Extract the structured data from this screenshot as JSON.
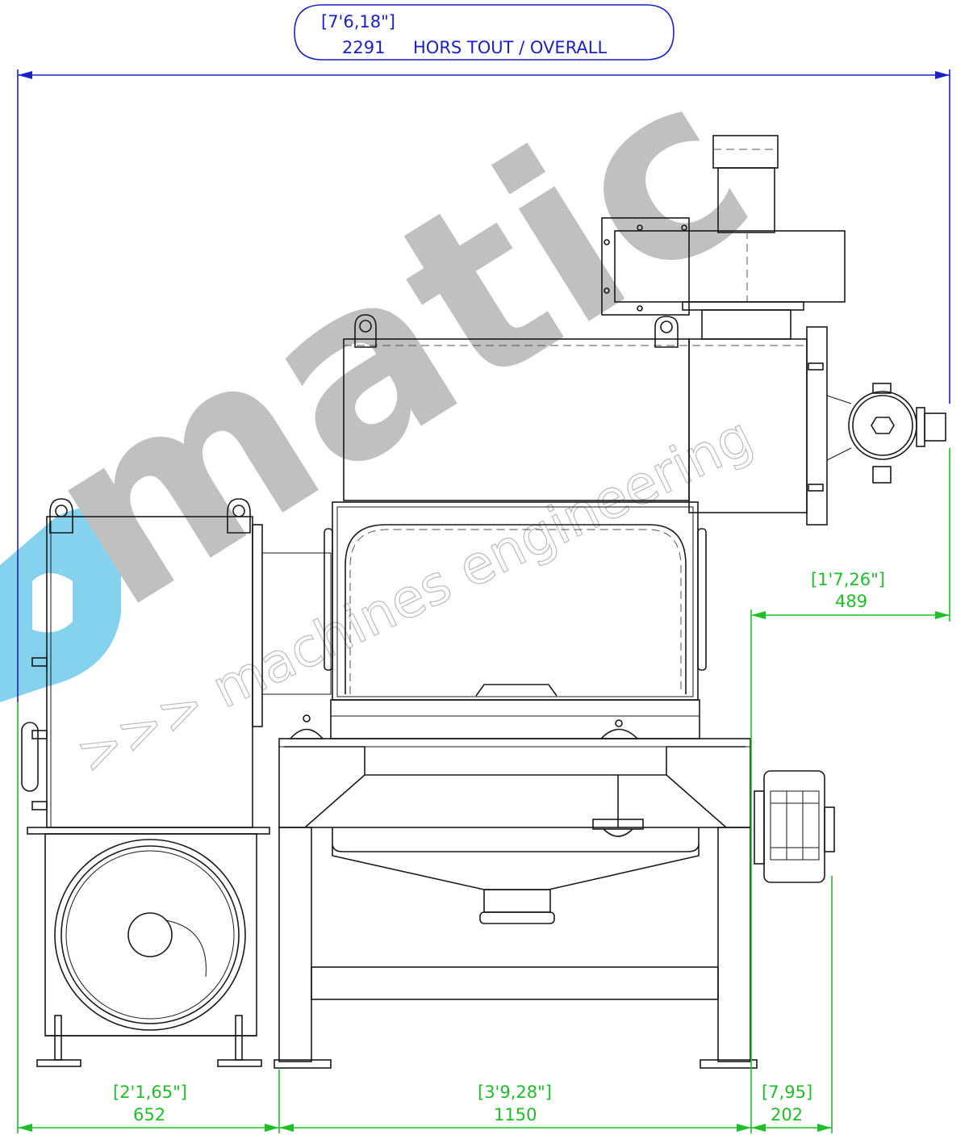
{
  "overall": {
    "imperial": "[7'6,18\"]",
    "metric": "2291",
    "label": "HORS TOUT / OVERALL"
  },
  "dimensions": {
    "right_offset": {
      "imperial": "[1'7,26\"]",
      "metric": "489"
    },
    "left_unit": {
      "imperial": "[2'1,65\"]",
      "metric": "652"
    },
    "center_frame": {
      "imperial": "[3'9,28\"]",
      "metric": "1150"
    },
    "right_motor": {
      "imperial": "[7,95]",
      "metric": "202"
    }
  },
  "watermark": {
    "brand": "matic",
    "tagline": ">>> machines  engineering"
  },
  "colors": {
    "overall_dimension": "#1a22c8",
    "sub_dimensions": "#1fbf2a",
    "linework": "#1a1a1a",
    "watermark_gray": "#bdbdbd",
    "watermark_blue": "#7fd0ef"
  }
}
